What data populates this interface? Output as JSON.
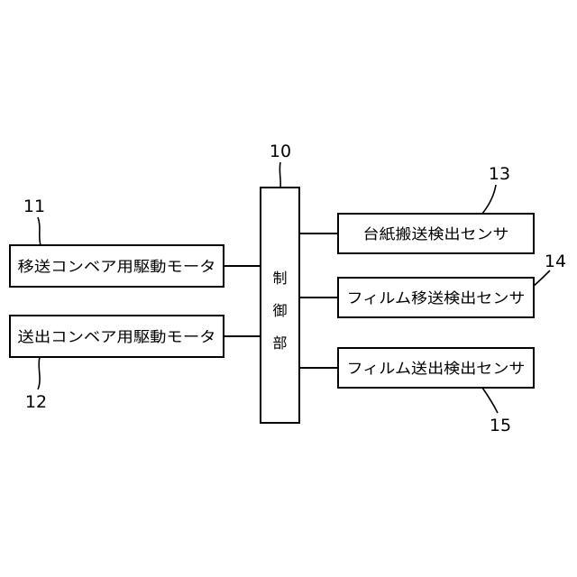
{
  "control_unit": {
    "number": "10",
    "chars": [
      "制",
      "御",
      "部"
    ]
  },
  "left_blocks": [
    {
      "number": "11",
      "label": "移送コンベア用駆動モータ"
    },
    {
      "number": "12",
      "label": "送出コンベア用駆動モータ"
    }
  ],
  "right_blocks": [
    {
      "number": "13",
      "label": "台紙搬送検出センサ"
    },
    {
      "number": "14",
      "label": "フィルム移送検出センサ"
    },
    {
      "number": "15",
      "label": "フィルム送出検出センサ"
    }
  ]
}
